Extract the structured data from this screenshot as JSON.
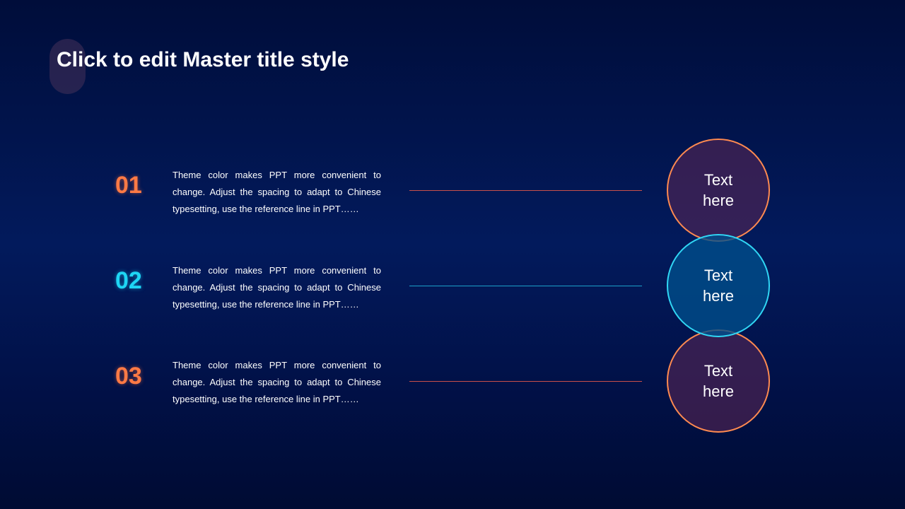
{
  "slide": {
    "title": "Click to edit Master title style"
  },
  "colors": {
    "orange": "#ff7a45",
    "cyan": "#1ed5f4",
    "background": "#021a5c"
  },
  "items": [
    {
      "number": "01",
      "description": "Theme color makes PPT more convenient to change. Adjust the spacing to adapt to Chinese typesetting, use the reference line in PPT……",
      "circle_label": "Text here",
      "accent": "orange"
    },
    {
      "number": "02",
      "description": "Theme color makes PPT more convenient to change. Adjust the spacing to adapt to Chinese typesetting, use the reference line in PPT……",
      "circle_label": "Text here",
      "accent": "cyan"
    },
    {
      "number": "03",
      "description": "Theme color makes PPT more convenient to change. Adjust the spacing to adapt to Chinese typesetting, use the reference line in PPT……",
      "circle_label": "Text here",
      "accent": "orange"
    }
  ]
}
